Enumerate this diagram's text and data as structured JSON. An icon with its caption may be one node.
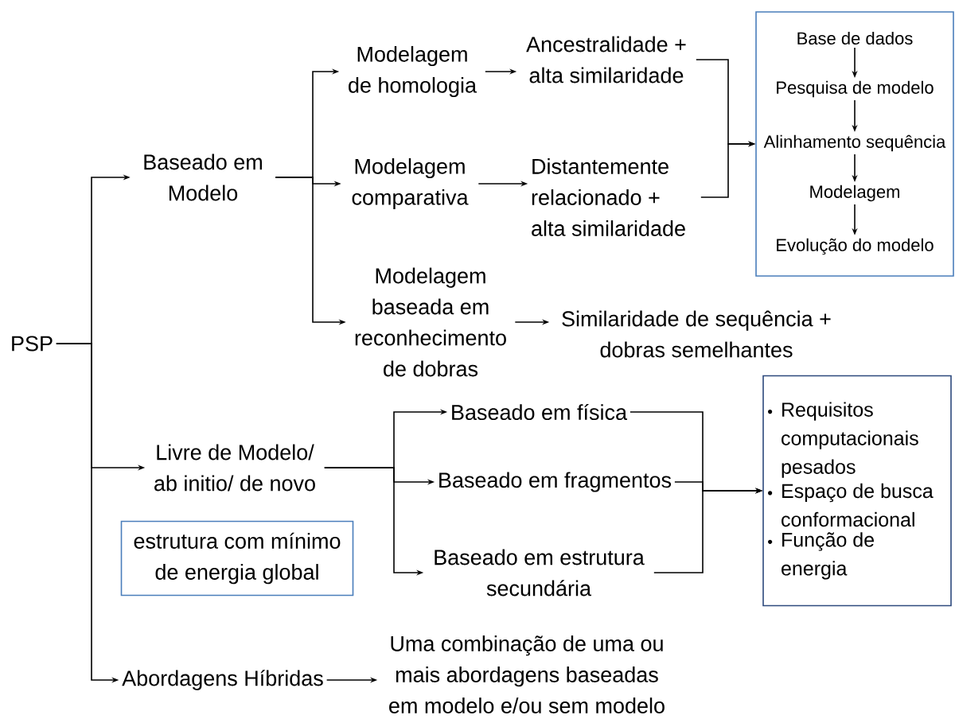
{
  "diagram": {
    "nodes": [
      {
        "text": [
          "PSP"
        ]
      },
      {
        "text": [
          "Baseado em Modelo"
        ]
      },
      {
        "text": [
          "Modelagem de homologia"
        ]
      },
      {
        "text": [
          "Ancestralidade + alta similaridade"
        ]
      },
      {
        "text": [
          "Modelagem comparativa"
        ]
      },
      {
        "text": [
          "Distantemente relacionado + alta similaridade"
        ]
      },
      {
        "text": [
          "Modelagem baseada em reconhecimento de dobras"
        ]
      },
      {
        "text": [
          "Similaridade de sequência + dobras semelhantes"
        ]
      },
      {
        "text": [],
        "shape": "box"
      },
      {
        "text": [
          "Base de dados"
        ],
        "in": 8
      },
      {
        "text": [
          "Pesquisa de modelo"
        ],
        "in": 8
      },
      {
        "text": [
          "Alinhamento sequência"
        ],
        "in": 8
      },
      {
        "text": [
          "Modelagem"
        ],
        "in": 8
      },
      {
        "text": [
          "Evolução do modelo"
        ],
        "in": 8
      },
      {
        "text": [
          "Livre de Modelo/ ab initio/ de novo"
        ]
      },
      {
        "text": [
          "estrutura com mínimo de energia global"
        ]
      },
      {
        "text": [
          "Baseado em física"
        ]
      },
      {
        "text": [
          "Baseado em fragmentos"
        ]
      },
      {
        "text": [
          "Baseado em estrutura secundária"
        ]
      },
      {
        "text": [
          "Requisitos computacionais pesados",
          "Espaço de busca conformacional",
          "Função de energia"
        ]
      },
      {
        "text": [
          "Abordagens Híbridas"
        ]
      },
      {
        "text": [
          "Uma combinação de uma ou mais abordagens baseadas em modelo e/ou sem modelo"
        ]
      }
    ],
    "edges": [
      {
        "from": 0,
        "to": 1,
        "arrow": "to"
      },
      {
        "from": 0,
        "to": 14,
        "arrow": "to"
      },
      {
        "from": 0,
        "to": 20,
        "arrow": "to"
      },
      {
        "from": 1,
        "to": 2,
        "arrow": "to"
      },
      {
        "from": 1,
        "to": 4,
        "arrow": "to"
      },
      {
        "from": 1,
        "to": 6,
        "arrow": "to"
      },
      {
        "from": 2,
        "to": 3,
        "arrow": "to"
      },
      {
        "from": 4,
        "to": 5,
        "arrow": "to"
      },
      {
        "from": 6,
        "to": 7,
        "arrow": "to"
      },
      {
        "from": 3,
        "to": 8,
        "arrow": "to"
      },
      {
        "from": 5,
        "to": 8,
        "arrow": "to"
      },
      {
        "from": 9,
        "to": 10,
        "arrow": "to"
      },
      {
        "from": 10,
        "to": 11,
        "arrow": "to"
      },
      {
        "from": 11,
        "to": 12,
        "arrow": "to"
      },
      {
        "from": 12,
        "to": 13,
        "arrow": "to"
      },
      {
        "from": 14,
        "to": 16,
        "arrow": "to"
      },
      {
        "from": 14,
        "to": 17,
        "arrow": "to"
      },
      {
        "from": 14,
        "to": 18,
        "arrow": "to"
      },
      {
        "from": 16,
        "to": 19,
        "arrow": "to"
      },
      {
        "from": 17,
        "to": 19,
        "arrow": "to"
      },
      {
        "from": 18,
        "to": 19,
        "arrow": "to"
      },
      {
        "from": 20,
        "to": 21,
        "arrow": "to"
      }
    ]
  }
}
